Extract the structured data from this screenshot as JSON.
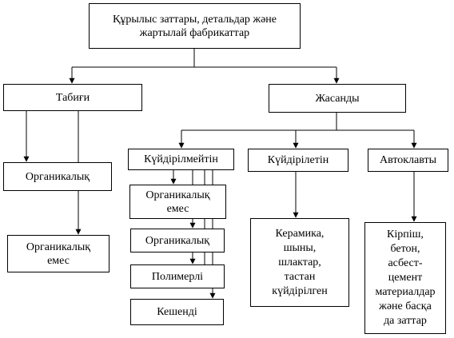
{
  "diagram": {
    "root": [
      "Құрылыс заттары, детальдар және",
      "жартылай фабрикаттар"
    ],
    "natural": "Табиғи",
    "artificial": "Жасанды",
    "natural_children": {
      "organic": "Органикалық",
      "inorganic": [
        "Органикалық",
        "емес"
      ]
    },
    "artificial_children": {
      "non_fired": "Күйдірілмейтін",
      "fired": "Күйдірілетін",
      "autoclave": "Автоклавты"
    },
    "non_fired_children": {
      "inorganic": [
        "Органикалық",
        "емес"
      ],
      "organic": "Органикалық",
      "polymer": "Полимерлі",
      "complex": "Кешенді"
    },
    "fired_items": [
      "Керамика,",
      "шыны,",
      "шлактар,",
      "тастан",
      "күйдірілген"
    ],
    "autoclave_items": [
      "Кірпіш,",
      "бетон,",
      "асбест-",
      "цемент",
      "материалдар",
      "және басқа",
      "да заттар"
    ]
  }
}
